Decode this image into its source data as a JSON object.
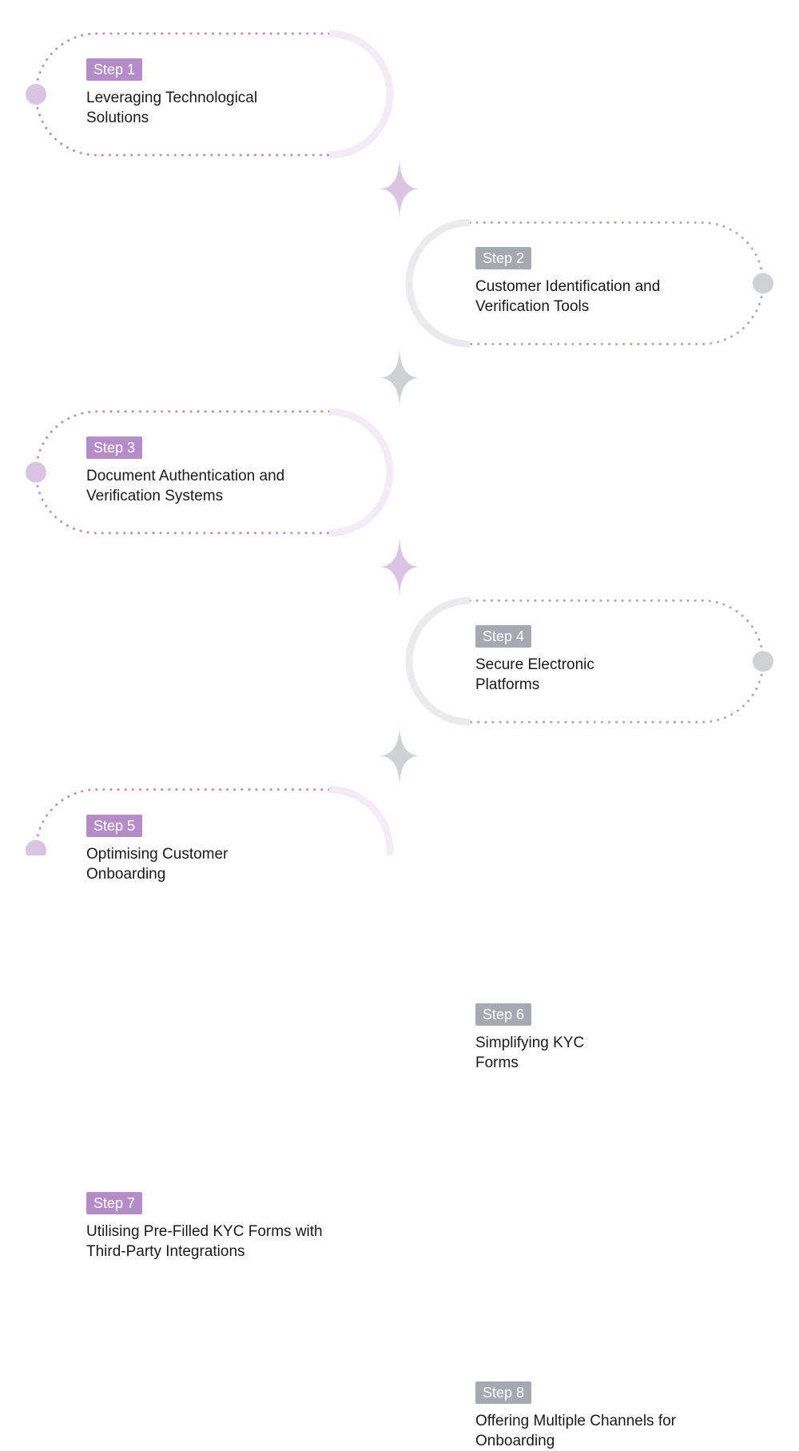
{
  "colors": {
    "purple": "#b48cc6",
    "purple_light": "#dac4e4",
    "purple_faint": "#f3ecf6",
    "gray": "#a7a9b2",
    "gray_light": "#cfd1d5",
    "gray_faint": "#ebebed",
    "text": "#1a1a1a"
  },
  "steps": [
    {
      "badge": "Step 1",
      "line1": "Leveraging Technological",
      "line2": "Solutions",
      "side": "left",
      "theme": "purple"
    },
    {
      "badge": "Step 2",
      "line1": "Customer Identification and",
      "line2": "Verification Tools",
      "side": "right",
      "theme": "gray"
    },
    {
      "badge": "Step 3",
      "line1": "Document Authentication and",
      "line2": "Verification Systems",
      "side": "left",
      "theme": "purple"
    },
    {
      "badge": "Step 4",
      "line1": "Secure Electronic",
      "line2": "Platforms",
      "side": "right",
      "theme": "gray"
    },
    {
      "badge": "Step 5",
      "line1": "Optimising Customer",
      "line2": "Onboarding",
      "side": "left",
      "theme": "purple"
    },
    {
      "badge": "Step 6",
      "line1": "Simplifying KYC",
      "line2": "Forms",
      "side": "right",
      "theme": "gray"
    },
    {
      "badge": "Step 7",
      "line1": "Utilising Pre-Filled KYC Forms with",
      "line2": "Third-Party Integrations",
      "side": "left",
      "theme": "purple"
    },
    {
      "badge": "Step 8",
      "line1": "Offering Multiple Channels for",
      "line2": "Onboarding",
      "side": "right",
      "theme": "gray"
    }
  ]
}
